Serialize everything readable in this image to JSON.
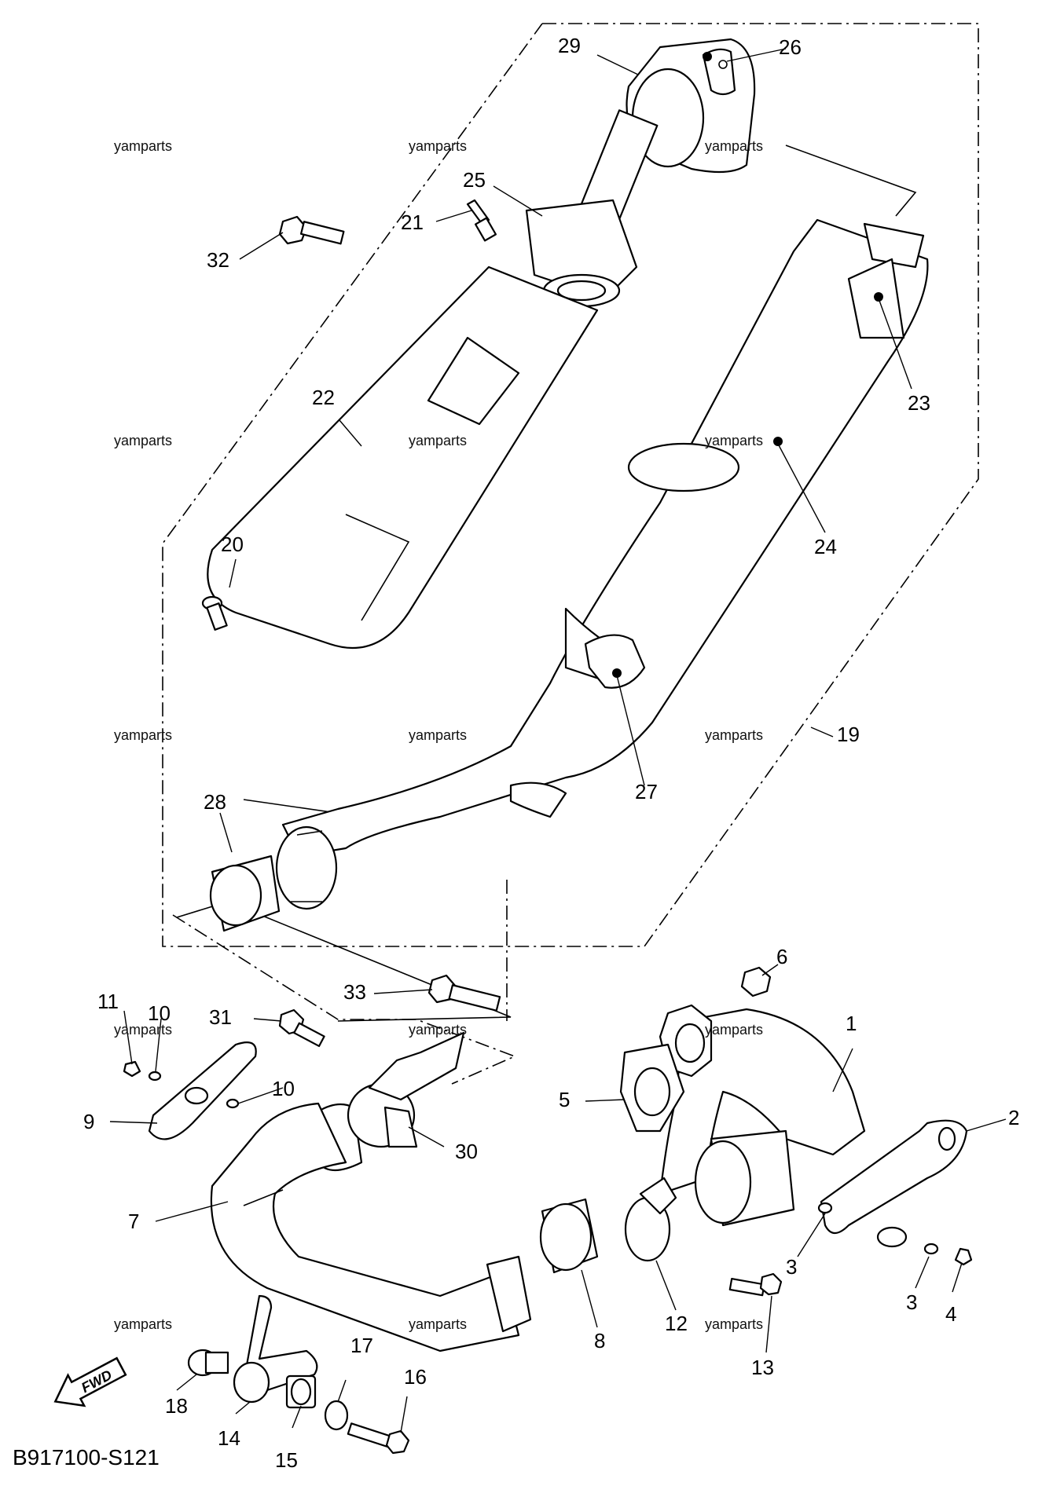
{
  "diagram_code": "B917100-S121",
  "fwd_label": "FWD",
  "watermark": "yamparts",
  "callouts": [
    "1",
    "2",
    "3",
    "3",
    "4",
    "5",
    "6",
    "7",
    "8",
    "9",
    "10",
    "10",
    "11",
    "12",
    "13",
    "14",
    "15",
    "16",
    "17",
    "18",
    "19",
    "20",
    "21",
    "22",
    "23",
    "24",
    "25",
    "26",
    "27",
    "28",
    "29",
    "30",
    "31",
    "32",
    "33"
  ],
  "icons": {
    "fwd_arrow": "fwd-arrow-icon",
    "paint_dot": "filled-dot-icon"
  }
}
